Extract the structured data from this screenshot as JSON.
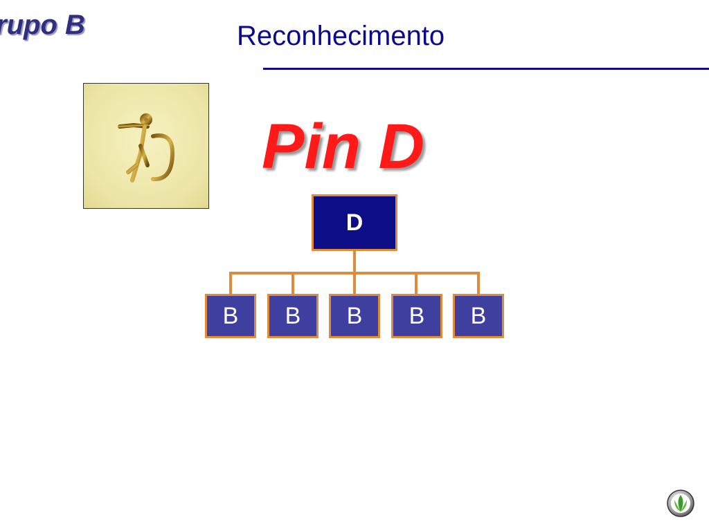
{
  "header": {
    "group_label": "rupo B",
    "title": "Reconhecimento"
  },
  "pin": {
    "name": "Pin D"
  },
  "org_chart": {
    "root": {
      "label": "D"
    },
    "children": [
      {
        "label": "B"
      },
      {
        "label": "B"
      },
      {
        "label": "B"
      },
      {
        "label": "B"
      },
      {
        "label": "B"
      }
    ]
  },
  "colors": {
    "title_blue": "#0b0b88",
    "pin_red": "#ff1a1a",
    "root_fill": "#0d0d86",
    "child_fill": "#3f3f9f",
    "connector_orange": "#e08a3c"
  },
  "icons": {
    "pin_image": "pin-image",
    "logo": "leaf-logo-icon"
  }
}
